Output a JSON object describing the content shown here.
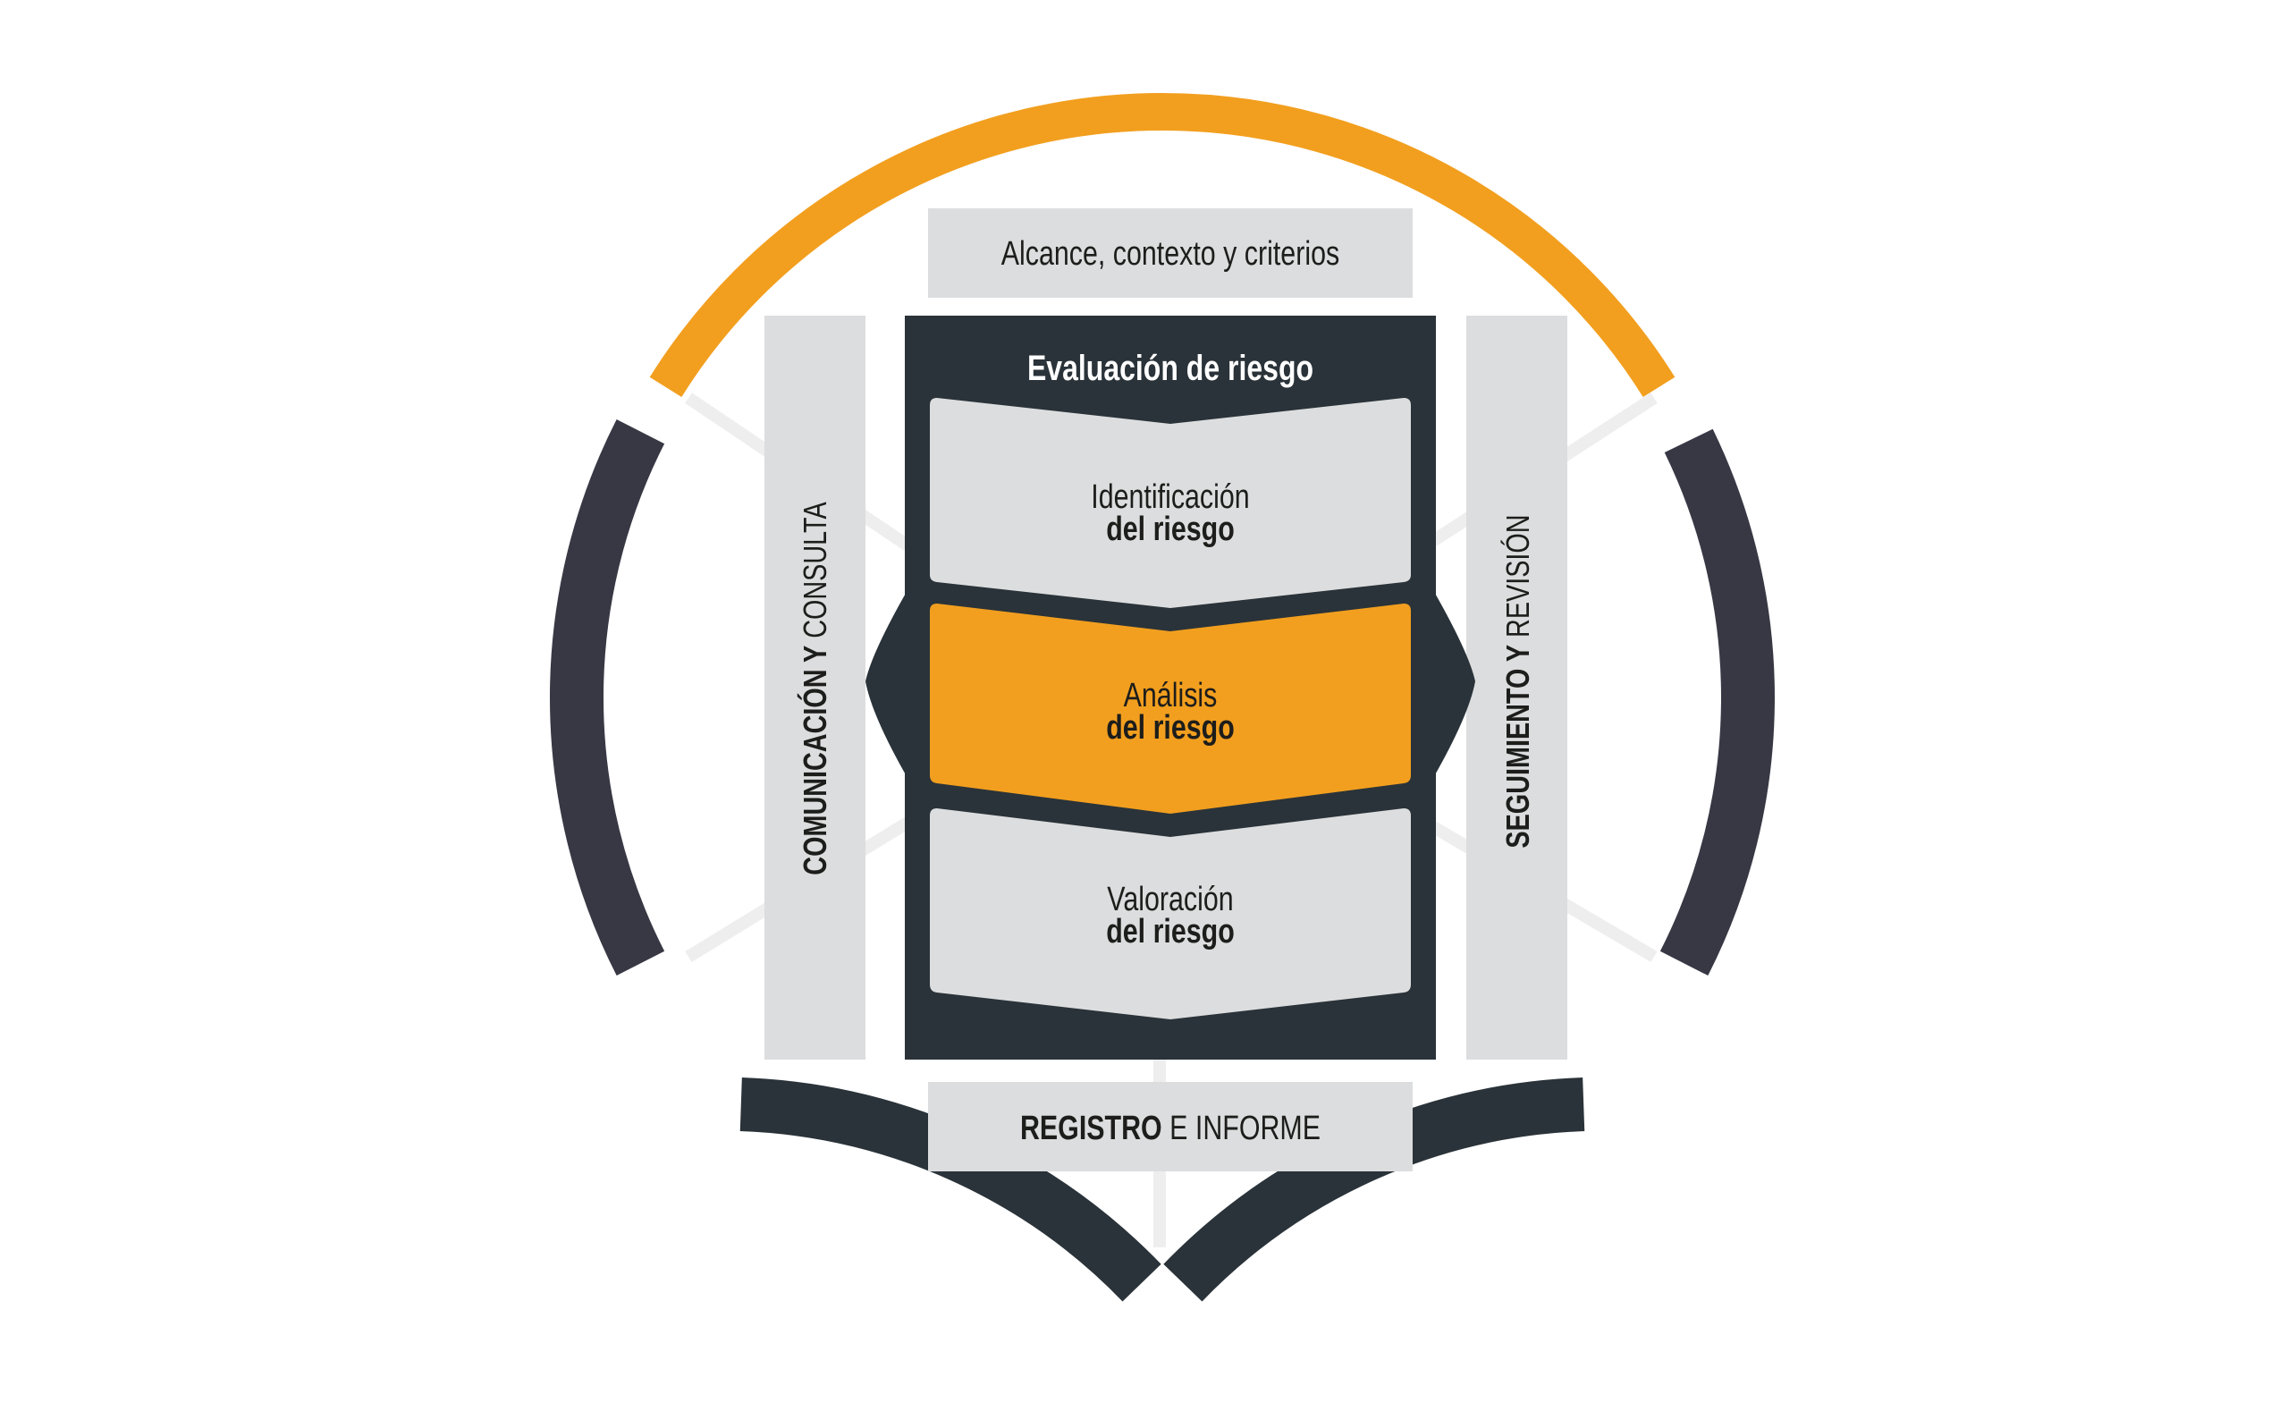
{
  "colors": {
    "orange": "#F29F1F",
    "dark_slate": "#2A3339",
    "dark_navy": "#373844",
    "grey_box": "#DCDDDE",
    "white": "#FFFFFF",
    "text_dark": "#1D1D1B"
  },
  "top_box": {
    "label": "Alcance, contexto  y criterios"
  },
  "bottom_box": {
    "label_bold": "REGISTRO",
    "label_light": " E INFORME"
  },
  "left_bar": {
    "label_bold": "COMUNICACIÓN Y",
    "label_light": " CONSULTA"
  },
  "right_bar": {
    "label_bold": "SEGUIMIENTO Y",
    "label_light": " REVISIÓN"
  },
  "center_panel": {
    "title": "Evaluación de riesgo",
    "steps": [
      {
        "line1": "Identificación",
        "line2": "del riesgo",
        "highlight": false
      },
      {
        "line1": "Análisis",
        "line2": "del riesgo",
        "highlight": true
      },
      {
        "line1": "Valoración",
        "line2": "del riesgo",
        "highlight": false
      }
    ]
  }
}
